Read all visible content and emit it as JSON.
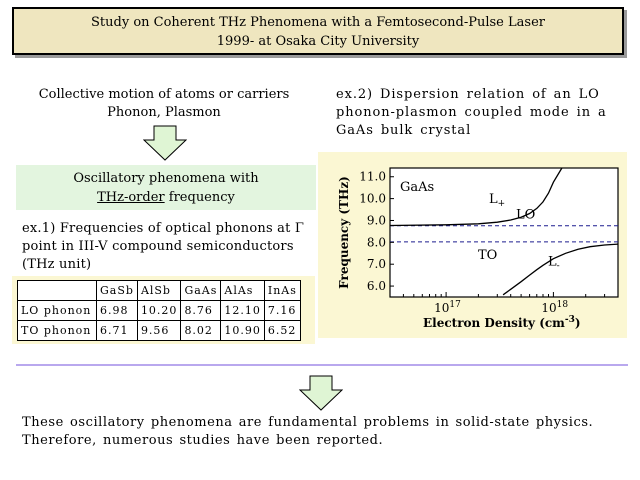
{
  "title": {
    "line1": "Study on Coherent THz Phenomena with a Femtosecond-Pulse Laser",
    "line2": "1999- at Osaka City University"
  },
  "left": {
    "heading_line1": "Collective motion of atoms or carriers",
    "heading_line2": "Phonon, Plasmon",
    "box_line1": "Oscillatory phenomena with",
    "box_line2_underlined": "THz-order",
    "box_line2_rest": " frequency",
    "ex1_line1": "ex.1) Frequencies of optical phonons at Γ",
    "ex1_line2": "point in III-V compound semiconductors",
    "ex1_line3": "(THz unit)"
  },
  "table": {
    "headers": [
      "",
      "GaSb",
      "AlSb",
      "GaAs",
      "AlAs",
      "InAs"
    ],
    "rows": [
      [
        "LO phonon",
        "6.98",
        "10.20",
        "8.76",
        "12.10",
        "7.16"
      ],
      [
        "TO phonon",
        "6.71",
        "9.56",
        "8.02",
        "10.90",
        "6.52"
      ]
    ]
  },
  "right": {
    "ex2_line1": "ex.2) Dispersion relation of an LO",
    "ex2_line2": "phonon-plasmon coupled mode in a",
    "ex2_line3": "GaAs bulk crystal"
  },
  "chart_data": {
    "type": "line",
    "inset_label": "GaAs",
    "xlabel": "Electron Density (cm",
    "xlabel_exponent": "-3",
    "xlabel_close": ")",
    "ylabel": "Frequency (THz)",
    "xscale": "log",
    "xlim": [
      3e+16,
      4e+18
    ],
    "ylim": [
      5.5,
      11.4
    ],
    "yticks": [
      "11.0",
      "10.0",
      "9.0",
      "8.0",
      "7.0",
      "6.0"
    ],
    "xticks": [
      {
        "base": "10",
        "exp": "17",
        "value": 1e+17
      },
      {
        "base": "10",
        "exp": "18",
        "value": 1e+18
      }
    ],
    "reference_lines": [
      {
        "label": "LO",
        "y": 8.76,
        "style": "dashed"
      },
      {
        "label": "TO",
        "y": 8.02,
        "style": "dashed"
      }
    ],
    "series": [
      {
        "name": "L",
        "subscript": "+",
        "x": [
          3e+16,
          1e+17,
          2e+17,
          3e+17,
          4e+17,
          5e+17,
          6e+17,
          7e+17,
          8e+17,
          9e+17,
          1e+18,
          1.2e+18
        ],
        "y": [
          8.77,
          8.8,
          8.85,
          8.92,
          9.02,
          9.15,
          9.32,
          9.55,
          9.85,
          10.25,
          10.75,
          11.4
        ]
      },
      {
        "name": "L",
        "subscript": "-",
        "x": [
          3.4e+17,
          4e+17,
          5e+17,
          6e+17,
          7e+17,
          8e+17,
          1e+18,
          1.3e+18,
          1.7e+18,
          2.2e+18,
          3e+18,
          4e+18
        ],
        "y": [
          5.6,
          5.85,
          6.2,
          6.5,
          6.75,
          6.95,
          7.25,
          7.5,
          7.68,
          7.8,
          7.88,
          7.92
        ]
      }
    ]
  },
  "footer": {
    "line1": "These oscillatory phenomena are fundamental problems in solid-state physics.",
    "line2": "Therefore, numerous studies have been reported."
  },
  "colors": {
    "title_bg": "#efe6bf",
    "green_box": "#e3f5df",
    "arrow_fill": "#dff5d4",
    "panel_bg": "#fbf7d3",
    "divider": "#b9a8ee",
    "reference_line": "#1c1c8f"
  }
}
